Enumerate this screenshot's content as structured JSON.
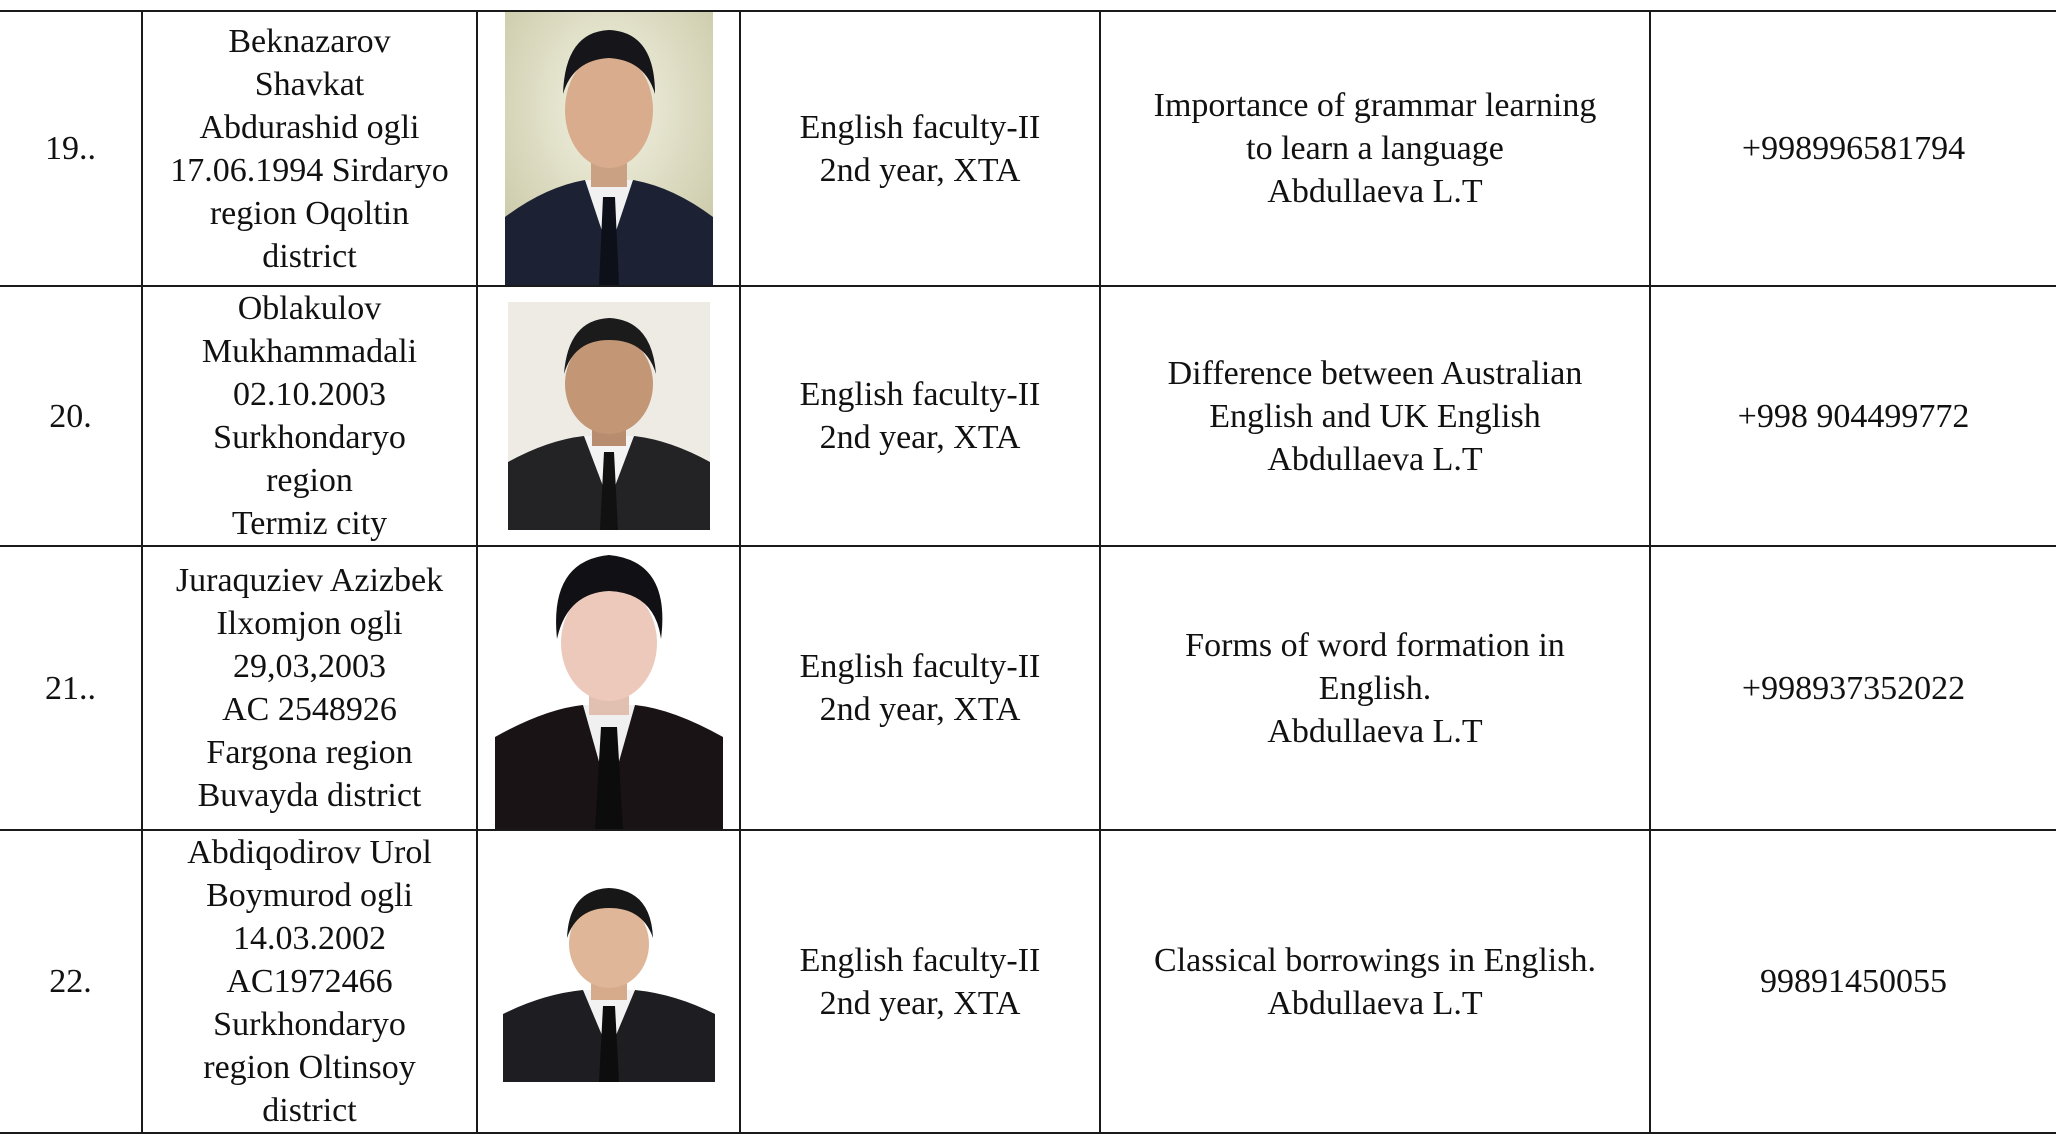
{
  "rows": [
    {
      "number": "19..",
      "name": "Beknazarov\nShavkat\nAbdurashid ogli\n17.06.1994 Sirdaryo\nregion Oqoltin\ndistrict",
      "faculty": "English faculty-II\n2nd  year,  XTA",
      "topic": "Importance of grammar learning\nto learn a language\nAbdullaeva L.T",
      "phone": "+998996581794"
    },
    {
      "number": "20.",
      "name": "Oblakulov\nMukhammadali\n02.10.2003\nSurkhondaryo\nregion\nTermiz city",
      "faculty": "English faculty-II\n2nd  year,  XTA",
      "topic": "Difference between Australian\nEnglish and UK English\nAbdullaeva L.T",
      "phone": "+998 904499772"
    },
    {
      "number": "21..",
      "name": "Juraquziev Azizbek\nIlxomjon ogli\n29,03,2003\nAC 2548926\nFargona region\nBuvayda district",
      "faculty": "English faculty-II\n2nd  year,  XTA",
      "topic": "Forms of word formation in\nEnglish.\nAbdullaeva L.T",
      "phone": "+998937352022"
    },
    {
      "number": "22.",
      "name": "Abdiqodirov Urol\nBoymurod ogli\n14.03.2002\nAC1972466\nSurkhondaryo\nregion Oltinsoy\ndistrict",
      "faculty": "English faculty-II\n2nd  year,  XTA",
      "topic": "Classical borrowings in English.\nAbdullaeva L.T",
      "phone": "99891450055"
    }
  ]
}
